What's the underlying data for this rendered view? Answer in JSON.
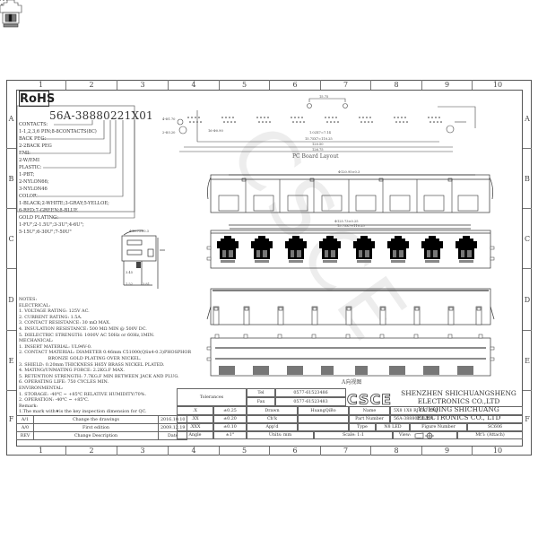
{
  "sheet": {
    "columns": [
      "1",
      "2",
      "3",
      "4",
      "5",
      "6",
      "7",
      "8",
      "9",
      "10"
    ],
    "rows": [
      "A",
      "B",
      "C",
      "D",
      "E",
      "F"
    ]
  },
  "rohs_label": "RoHS",
  "part_number_code": "56A-38880221X01",
  "code_legend": [
    "CONTACTS:",
    "1-1,2,3,6 PIN;8-8CONTACTS(8C)",
    "BACK PEG:",
    "2-2BACK PEG",
    "EMI:",
    "2-W/EMI",
    "PLASTIC:",
    "1-PBT;",
    "2-NYLON66;",
    "3-NYLON46",
    "COLOR:",
    "1-BLACK;2-WHITE;3-GRAY;5-YELLOE;",
    "6-RED;7-GREEN;8-BLUE",
    "GOLD PLATING:",
    "1-FU\";2-1.5U\";3-3U\";4-6U\";",
    "5-15U\";6-30U\";7-50U\""
  ],
  "pcb_layout": {
    "title": "PC Board Layout",
    "dims": [
      "4-Φ1.70",
      "2-Φ3.20",
      "16-Φ0.90",
      "15.75",
      "1.02X7=7.14",
      "15.75X7=110.25",
      "120.50",
      "126.75",
      "1.60"
    ]
  },
  "views": {
    "top_dim": "Φ120.95±0.3",
    "front_dim_1": "Φ125.73±0.25",
    "front_dim_2": "15.75X7=110.25",
    "side_dims": [
      "Φ15.75±0.3",
      "Φ13.65",
      "Φ13.45±0.3",
      "3.45",
      "3.20",
      "1.52",
      "3.81",
      "3.65"
    ],
    "bottom_label": "A向视图"
  },
  "notes": {
    "heading": "NOTES:",
    "electrical_heading": "ELECTRICAL:",
    "electrical": [
      "1. VOLTAGE RATING: 125V AC.",
      "2. CURRENT RATING: 1.5A.",
      "3. CONTACT RESISTANCE: 30 mΩ MAX.",
      "4. INSULATION RESISTANCE: 500 MΩ MIN @ 500V DC.",
      "5. DIELECTRIC STRENGTH: 1000V AC 50Hz or 60Hz,1MIN."
    ],
    "mechanical_heading": "MECHANICAL:",
    "mechanical": [
      "1. INSERT MATERIAL: UL94V-0.",
      "2. CONTACT MATERIAL: DIAMETER 0.46mm C51000(QSn4-0.3)PHOSPHOR",
      "                     BRONZE GOLD PLATING OVER NICKEL.",
      "3. SHIELD: 0.20mm THICKNESS H65Y BRASS NICKEL PLATED.",
      "4. MATING/UNMATING FORCE: 2.2KG.F MAX.",
      "5. RETENTION STRENGTH: 7.7KG.F MIN BETWEEN JACK AND PLUG.",
      "6. OPERATING LIFE: 750 CYCLES MIN."
    ],
    "environmental_heading": "ENVIRONMENTAL:",
    "environmental": [
      "1. STORAGE: -40℃ ~ +85℃ RELATIVE HUMIDITY/70%.",
      "2. OPERATION: -40℃ ~ +85℃."
    ],
    "remark_heading": "Remark:",
    "remark": "1.The mark with★is the key inspection dimension for QC."
  },
  "revisions": {
    "rows": [
      {
        "rev": "A/1",
        "desc": "Change the drawings",
        "date": "2016.10.10"
      },
      {
        "rev": "A/0",
        "desc": "First edition",
        "date": "2009.12.19"
      }
    ],
    "header": {
      "rev": "REV",
      "desc": "Change Description",
      "date": "Date"
    }
  },
  "tolerances": {
    "label": "Tolerances",
    "rows": [
      {
        "k": ".X",
        "v": "±0.25"
      },
      {
        "k": ".XX",
        "v": "±0.20"
      },
      {
        "k": ".XXX",
        "v": "±0.10"
      },
      {
        "k": "Angle",
        "v": "±1°"
      }
    ]
  },
  "contact": {
    "tel_label": "Tel",
    "tel": "0577-61523486",
    "fax_label": "Fax",
    "fax": "0577-61523483"
  },
  "approvals": {
    "drawn_label": "Drawn",
    "drawn": "HuangQiBo",
    "chk_label": "Ch'k",
    "chk": "",
    "appd_label": "App'd",
    "appd": "",
    "units": "Units: mm",
    "scale": "Scale: 1:1"
  },
  "company": {
    "logo": "CSCE",
    "line1": "SHENZHEN SHICHUANGSHENG ELECTRONICS CO.,LTD",
    "line2": "YUEQING SHICHUANG ELECTRONICS CO., LTD"
  },
  "title_block": {
    "name_label": "Name",
    "name": "5X8 1X8 RJ45C EMI",
    "part_label": "Part Number",
    "part": "56A-38880221X01",
    "type_label": "Type",
    "type": "N8 LED",
    "figure_label": "Figure Number",
    "figure": "SC606",
    "view_label": "View:",
    "material_label": "Mt'l: (Attach)"
  }
}
